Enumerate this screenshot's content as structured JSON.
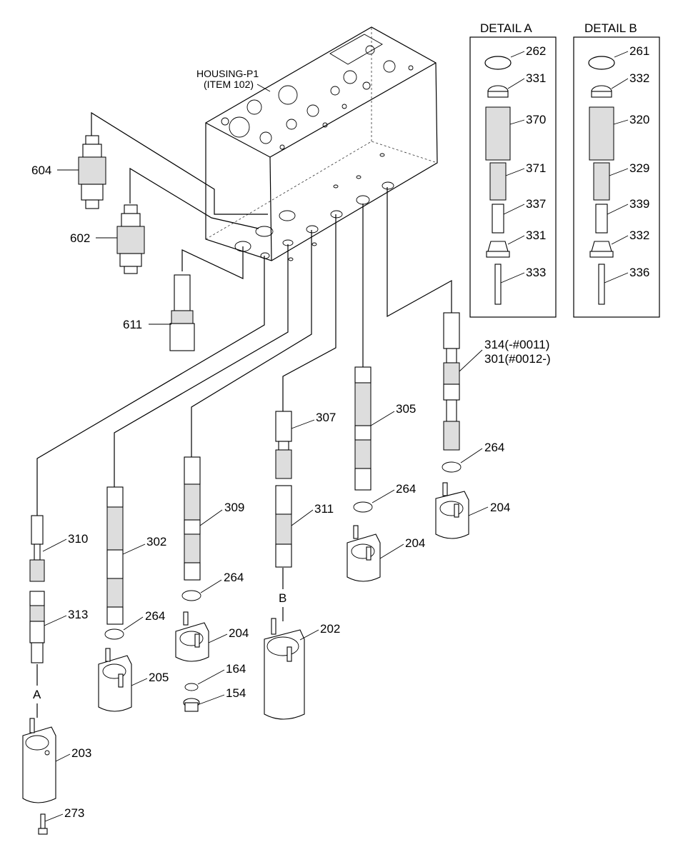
{
  "housing": {
    "title": "HOUSING-P1",
    "subtitle": "(ITEM 102)"
  },
  "details": {
    "a_title": "DETAIL A",
    "b_title": "DETAIL B"
  },
  "labels": {
    "l604": "604",
    "l602": "602",
    "l611": "611",
    "l307": "307",
    "l305": "305",
    "l314": "314(-#0011)",
    "l301": "301(#0012-)",
    "l264a": "264",
    "l264b": "264",
    "l264c": "264",
    "l264d": "264",
    "l204a": "204",
    "l204b": "204",
    "l204c": "204",
    "l310": "310",
    "l302": "302",
    "l309": "309",
    "l311": "311",
    "l313": "313",
    "l205": "205",
    "l164": "164",
    "l154": "154",
    "l202": "202",
    "l203": "203",
    "l273": "273",
    "markA": "A",
    "markB": "B",
    "da262": "262",
    "da331a": "331",
    "da370": "370",
    "da371": "371",
    "da337": "337",
    "da331b": "331",
    "da333": "333",
    "db261": "261",
    "db332a": "332",
    "db320": "320",
    "db329": "329",
    "db339": "339",
    "db332b": "332",
    "db336": "336"
  }
}
